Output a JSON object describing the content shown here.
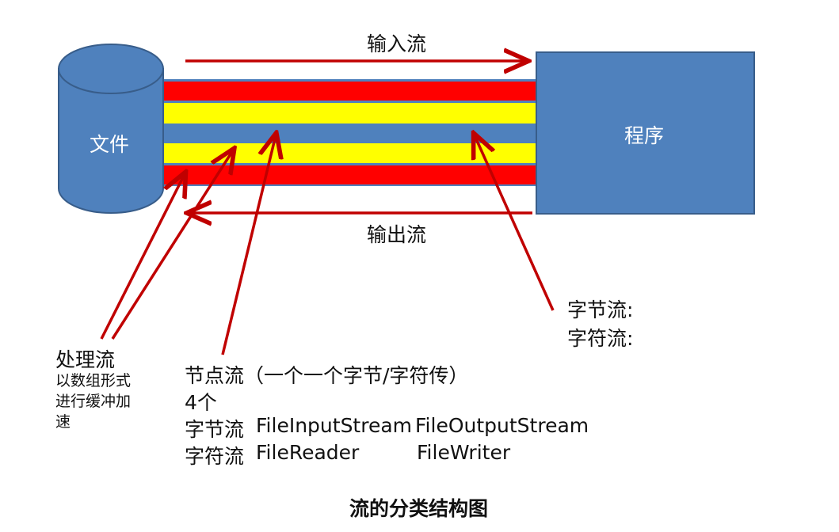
{
  "diagram": {
    "file_label": "文件",
    "program_label": "程序",
    "input_stream": "输入流",
    "output_stream": "输出流",
    "byte_char": {
      "line1": "字节流:",
      "line2": "字符流:"
    },
    "processing": {
      "title": "处理流",
      "desc1": "以数组形式",
      "desc2": "进行缓冲加",
      "desc3": "速"
    },
    "node": {
      "title": "节点流（一个一个字节/字符传）",
      "count": "4个",
      "byte_row": {
        "label": "字节流",
        "input": "FileInputStream",
        "output": "FileOutputStream"
      },
      "char_row": {
        "label": "字符流",
        "input": "FileReader",
        "output": "FileWriter"
      }
    },
    "caption": "流的分类结构图"
  },
  "colors": {
    "blue": "#4f81bd",
    "blue_border": "#385d8a",
    "red": "#ff0000",
    "yellow": "#ffff00",
    "arrow": "#c00000"
  }
}
